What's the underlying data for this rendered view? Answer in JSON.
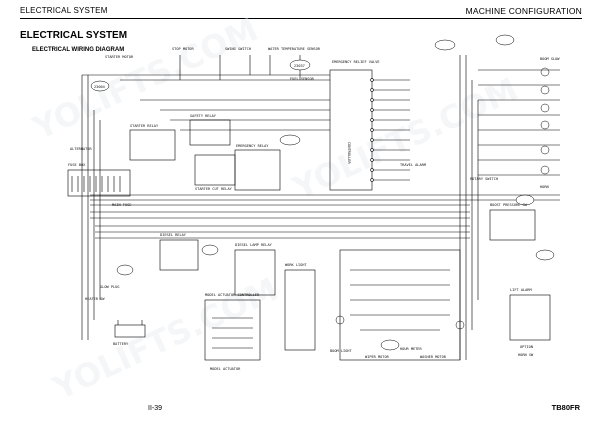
{
  "header": {
    "left": "ELECTRICAL SYSTEM",
    "right": "MACHINE CONFIGURATION"
  },
  "section_title": "ELECTRICAL SYSTEM",
  "diagram_title": "ELECTRICAL WIRING DIAGRAM",
  "footer": {
    "page": "II-39",
    "model": "TB80FR"
  },
  "watermark": "YOLIFTS.COM",
  "diagram_labels": {
    "starter_motor": "STARTER MOTOR",
    "stop_motor": "STOP MOTOR",
    "swing_switch": "SWING SWITCH",
    "water_temp_sensor": "WATER TEMPERATURE SENSOR",
    "fuel_sensor": "FUEL SENSOR",
    "controller": "CONTROLLER",
    "emergency_relief_valve": "EMERGENCY RELIEF VALVE",
    "starter_relay": "STARTER RELAY",
    "emergency_relay": "EMERGENCY RELAY",
    "starter_cut_relay": "STARTER CUT RELAY",
    "safety_relay": "SAFETY RELAY",
    "alternator": "ALTERNATOR",
    "battery": "BATTERY",
    "fuse_box": "FUSE BOX",
    "main_fuse": "MAIN FUSE",
    "diesel_relay": "DIESEL RELAY",
    "diesel_lamp_relay": "DIESEL LAMP RELAY",
    "model_actuator_controller": "MODEL ACTUATOR CONTROLLER",
    "model_actuator": "MODEL ACTUATOR",
    "glow_plug": "GLOW PLUG",
    "heater_sw": "HEATER SW",
    "horn": "HORN",
    "boom_light": "BOOM LIGHT",
    "work_light": "WORK LIGHT",
    "hour_meter": "HOUR METER",
    "travel_alarm": "TRAVEL ALARM",
    "wiper_motor": "WIPER MOTOR",
    "washer_motor": "WASHER MOTOR",
    "boom_slow": "BOOM SLOW",
    "boost_pressure_sw": "BOOST PRESSURE SW",
    "rotary_switch": "ROTARY SWITCH",
    "lift_alarm": "LIFT ALARM",
    "horn_switch": "HORN SW",
    "option": "OPTION",
    "connector_a": "23004",
    "connector_b": "23037"
  }
}
